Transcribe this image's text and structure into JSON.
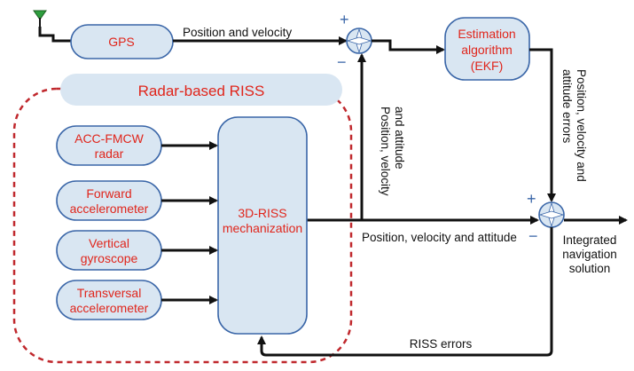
{
  "colors": {
    "box_fill": "#d9e6f2",
    "box_stroke": "#3a66a8",
    "label_red": "#e0251b",
    "dashed_border": "#c0282d",
    "antenna_green": "#2e9e3e"
  },
  "icons": {
    "antenna": "gps-antenna-icon",
    "summing": "summing-junction-icon"
  },
  "blocks": {
    "gps": "GPS",
    "estimation": [
      "Estimation",
      "algorithm",
      "(EKF)"
    ],
    "riss_title": "Radar-based RISS",
    "radar": [
      "ACC-FMCW",
      "radar"
    ],
    "forward_acc": [
      "Forward",
      "accelerometer"
    ],
    "vertical_gyro": [
      "Vertical",
      "gyroscope"
    ],
    "transversal_acc": [
      "Transversal",
      "accelerometer"
    ],
    "mechanization": [
      "3D-RISS",
      "mechanization"
    ]
  },
  "edge_labels": {
    "gps_out": "Position and velocity",
    "riss_up": [
      "Position, velocity",
      "and attitude"
    ],
    "riss_out": "Position, velocity and attitude",
    "ekf_out": [
      "Position, velocity and",
      "attitude errors"
    ],
    "integrated": [
      "Integrated",
      "navigation",
      "solution"
    ],
    "riss_errors": "RISS errors"
  },
  "signs": {
    "plus": "+",
    "minus": "−"
  }
}
